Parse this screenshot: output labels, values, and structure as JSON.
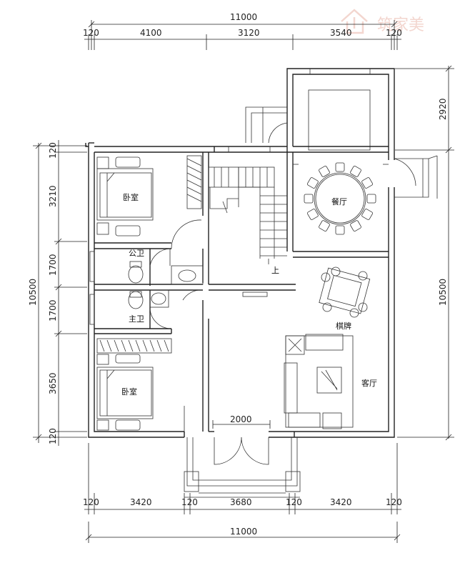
{
  "brand": {
    "name": "筑家美"
  },
  "dimensions": {
    "top_total": "11000",
    "top_segments": [
      "120",
      "4100",
      "3120",
      "3540",
      "120"
    ],
    "right_upper": "2920",
    "right_main": "10500",
    "left_total": "10500",
    "left_segments": [
      "120",
      "3210",
      "1700",
      "1700",
      "3650",
      "120"
    ],
    "bottom_segments": [
      "120",
      "3420",
      "120",
      "3680",
      "120",
      "3420",
      "120"
    ],
    "bottom_total": "11000",
    "entrance_width": "2000"
  },
  "rooms": {
    "bedroom_top": "卧室",
    "bedroom_bottom": "卧室",
    "public_bath": "公卫",
    "master_bath": "主卫",
    "dining": "餐厅",
    "chess": "棋牌",
    "living": "客厅",
    "stair_up": "上"
  },
  "colors": {
    "line": "#222222",
    "logo": "#f3d6cf"
  }
}
